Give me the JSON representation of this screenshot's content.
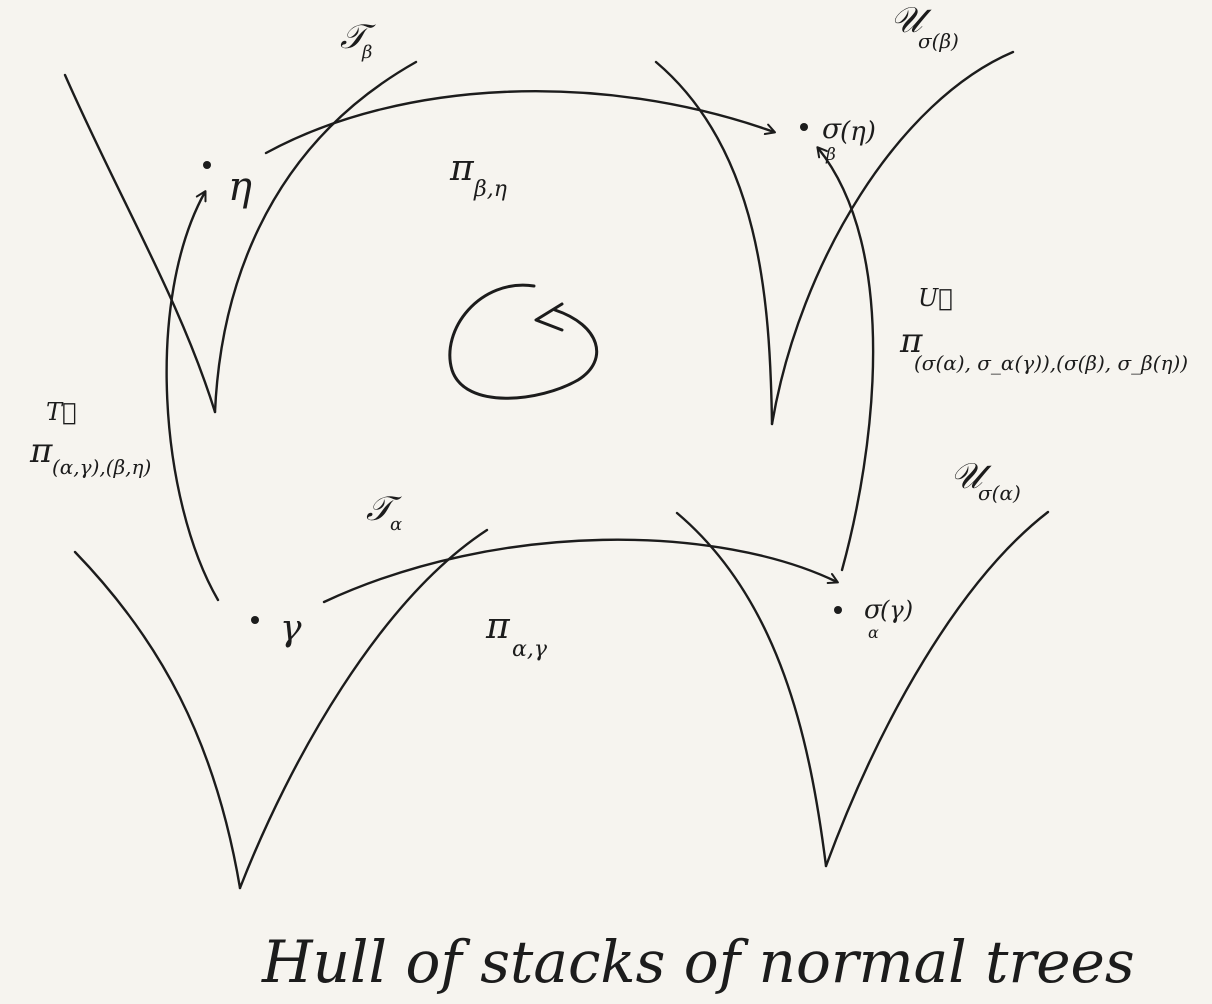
{
  "labels": {
    "tree_beta": "𝒯",
    "tree_beta_sub": "β",
    "tree_alpha": "𝒯",
    "tree_alpha_sub": "α",
    "tree_u_beta": "𝒰",
    "tree_u_beta_sub": "σ(β)",
    "tree_u_alpha": "𝒰",
    "tree_u_alpha_sub": "σ(α)",
    "node_eta": "η",
    "node_gamma": "γ",
    "node_sigma_eta": "σ",
    "node_sigma_eta_sub": "β",
    "node_sigma_eta_arg": "(η)",
    "node_sigma_gamma": "σ",
    "node_sigma_gamma_sub": "α",
    "node_sigma_gamma_arg": "(γ)",
    "pi_beta_eta": "π",
    "pi_beta_eta_sub": "β,η",
    "pi_alpha_gamma": "π",
    "pi_alpha_gamma_sub": "α,γ",
    "pi_left_sup": "T⃗",
    "pi_left": "π",
    "pi_left_sub": "(α,γ),(β,η)",
    "pi_right_sup": "U⃗",
    "pi_right": "π",
    "pi_right_sub": "(σ(α), σ_α(γ)),(σ(β), σ_β(η))",
    "caption": "Hull of stacks of normal trees"
  }
}
